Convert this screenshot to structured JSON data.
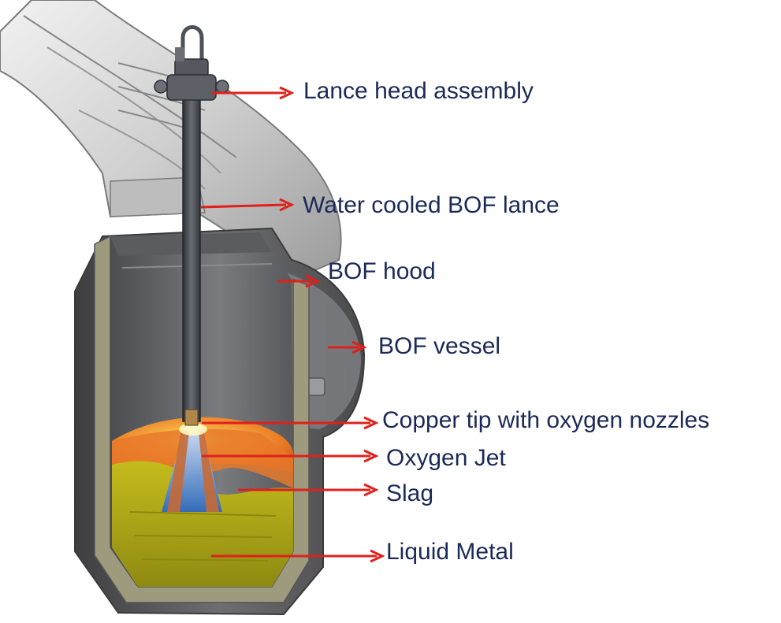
{
  "colors": {
    "label_text": "#1b2a57",
    "arrow": "#e0201b",
    "vessel_shell": "#6f6f6f",
    "vessel_lining": "#9d9a7e",
    "hood": "#cfcfcf",
    "lance": "#4b4e55",
    "slag": "#f08a2a",
    "liquid_metal": "#b7b018",
    "oxygen_jet": "#3a78c8"
  },
  "labels": {
    "lance_head": "Lance head assembly",
    "lance": "Water cooled BOF lance",
    "hood": "BOF hood",
    "vessel": "BOF vessel",
    "copper_tip": "Copper tip with oxygen nozzles",
    "oxygen_jet": "Oxygen Jet",
    "slag": "Slag",
    "liquid_metal": "Liquid Metal"
  }
}
